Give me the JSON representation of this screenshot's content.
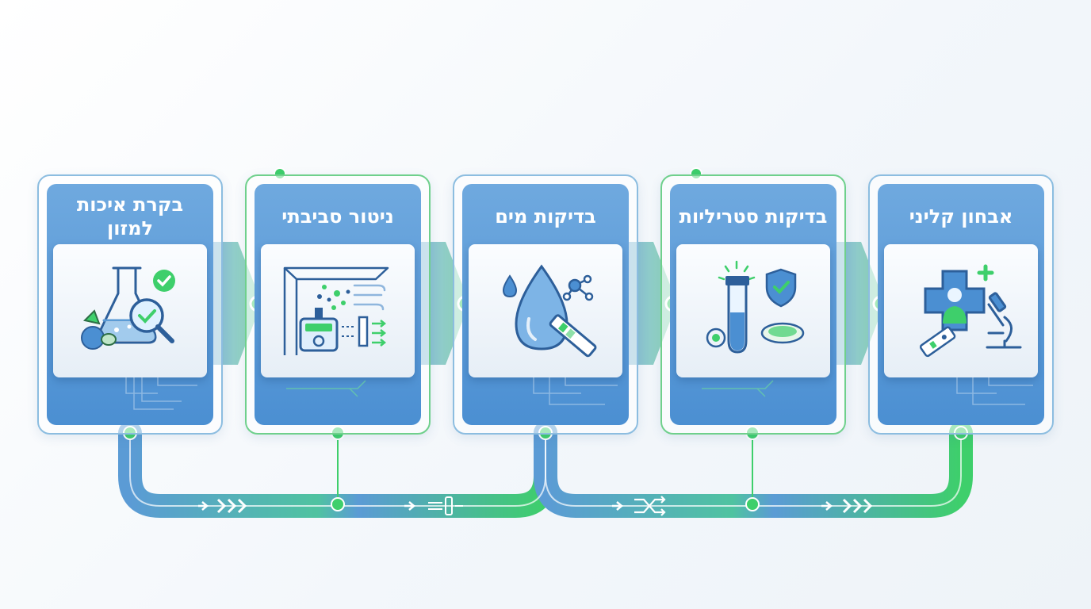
{
  "steps": [
    {
      "title": "בקרת איכות למזון",
      "icon": "flask-magnifier-food-icon"
    },
    {
      "title": "ניטור סביבתי",
      "icon": "air-sampler-filter-icon"
    },
    {
      "title": "בדיקות מים",
      "icon": "water-drop-test-strip-icon"
    },
    {
      "title": "בדיקות סטריליות",
      "icon": "test-tube-shield-petri-icon"
    },
    {
      "title": "אבחון קליני",
      "icon": "medical-cross-microscope-icon"
    }
  ],
  "colors": {
    "card_blue": "#4b8fd2",
    "accent_green": "#3ecf6b",
    "frame_blue": "#8cbde0",
    "pipe_blue": "#5b9bd5",
    "icon_stroke": "#2d5f9a"
  }
}
